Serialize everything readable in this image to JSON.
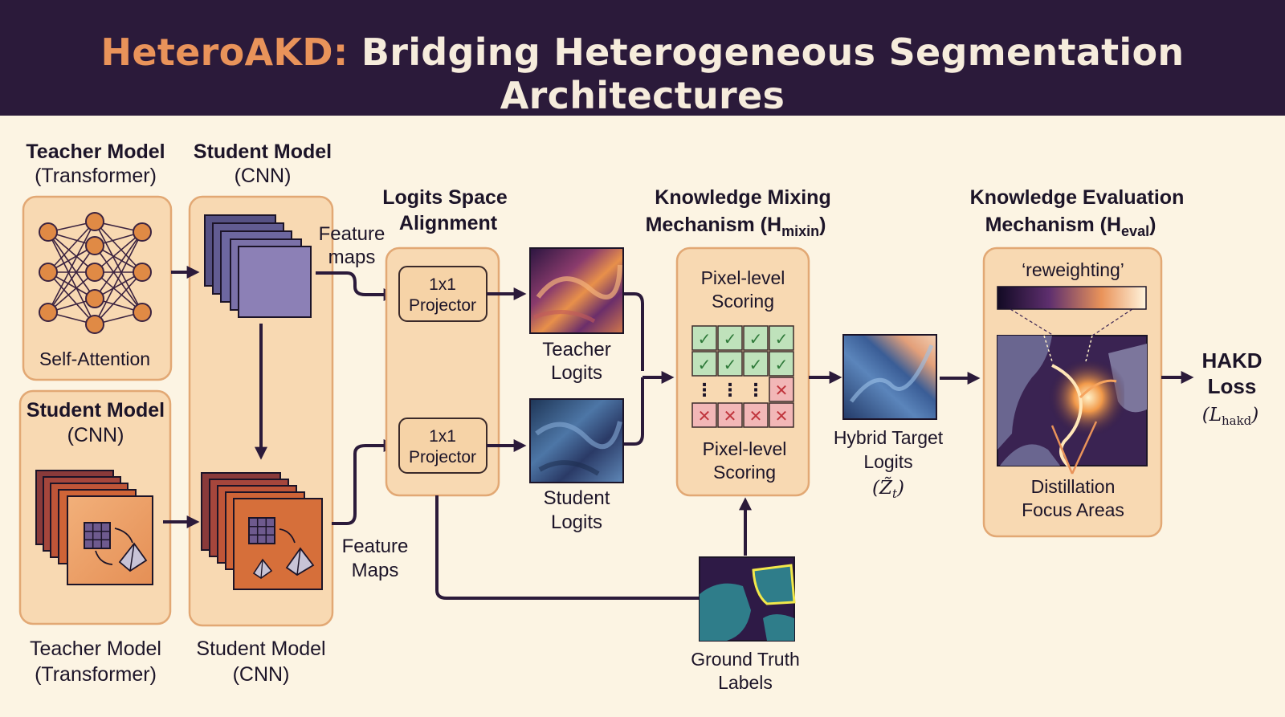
{
  "header": {
    "title_accent": "HeteroAKD:",
    "title_rest": "Bridging Heterogeneous Segmentation Architectures"
  },
  "teacher_top": {
    "title": "Teacher Model",
    "subtitle": "(Transformer)",
    "caption": "Self-Attention"
  },
  "student_top": {
    "title": "Student Model",
    "subtitle": "(CNN)"
  },
  "student_left": {
    "title": "Student Model",
    "subtitle": "(CNN)"
  },
  "bottom_labels": {
    "teacher_title": "Teacher Model",
    "teacher_sub": "(Transformer)",
    "student_title": "Student Model",
    "student_sub": "(CNN)"
  },
  "feature_maps_top": {
    "line1": "Feature",
    "line2": "maps"
  },
  "feature_maps_bottom": {
    "line1": "Feature",
    "line2": "Maps"
  },
  "logits_alignment": {
    "title_line1": "Logits Space",
    "title_line2": "Alignment",
    "projector_line1": "1x1",
    "projector_line2": "Projector"
  },
  "teacher_logits": {
    "line1": "Teacher",
    "line2": "Logits"
  },
  "student_logits": {
    "line1": "Student",
    "line2": "Logits"
  },
  "mixing": {
    "title_line1": "Knowledge Mixing",
    "title_line2": "Mechanism (H",
    "title_sub": "mixin",
    "title_close": ")",
    "top_label_line1": "Pixel-level",
    "top_label_line2": "Scoring",
    "bottom_label_line1": "Pixel-level",
    "bottom_label_line2": "Scoring",
    "check_symbol": "✓",
    "cross_symbol": "✕",
    "ellipsis_symbol": "⋮"
  },
  "hybrid": {
    "line1": "Hybrid Target",
    "line2": "Logits",
    "symbol": "(Z̃",
    "symbol_sub": "t",
    "symbol_close": ")"
  },
  "ground_truth": {
    "line1": "Ground Truth",
    "line2": "Labels"
  },
  "evaluation": {
    "title_line1": "Knowledge Evaluation",
    "title_line2": "Mechanism (H",
    "title_sub": "eval",
    "title_close": ")",
    "reweighting": "‘reweighting’",
    "focus_line1": "Distillation",
    "focus_line2": "Focus Areas"
  },
  "output": {
    "line1": "HAKD",
    "line2": "Loss",
    "symbol": "(L",
    "symbol_sub": "hakd",
    "symbol_close": ")"
  },
  "colors": {
    "header_bg": "#2b1a3a",
    "accent": "#e9935a",
    "background": "#fcf4e3",
    "box_fill": "#f8d9b2",
    "arrow": "#2b1a3a",
    "node": "#e08a45",
    "teacher_cube": "#7b71a8",
    "student_cube": "#d66f3a",
    "check": "#2f7a3a",
    "cross": "#c0343c"
  }
}
